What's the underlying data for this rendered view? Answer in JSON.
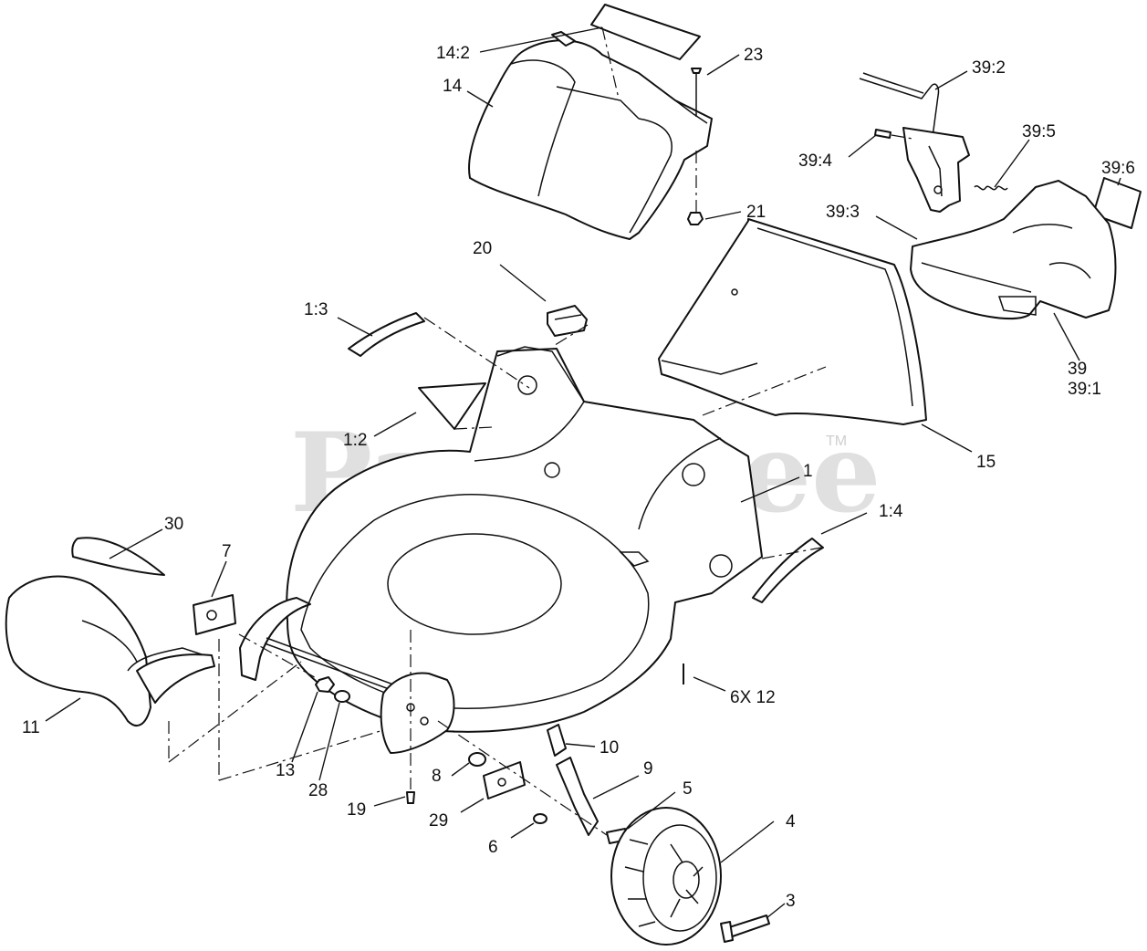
{
  "watermark": {
    "text": "PartsTree",
    "trademark": "TM"
  },
  "callouts": {
    "c14_2": "14:2",
    "c14": "14",
    "c23": "23",
    "c21": "21",
    "c39_2": "39:2",
    "c39_4": "39:4",
    "c39_5": "39:5",
    "c39_6": "39:6",
    "c39_3": "39:3",
    "c39": "39",
    "c39_1": "39:1",
    "c15": "15",
    "c20": "20",
    "c1_3": "1:3",
    "c1_2": "1:2",
    "c1": "1",
    "c1_4": "1:4",
    "c30": "30",
    "c7": "7",
    "c11": "11",
    "c6x12": "6X 12",
    "c10": "10",
    "c13": "13",
    "c28": "28",
    "c8": "8",
    "c9": "9",
    "c5": "5",
    "c19": "19",
    "c29": "29",
    "c6": "6",
    "c4": "4",
    "c3": "3"
  }
}
